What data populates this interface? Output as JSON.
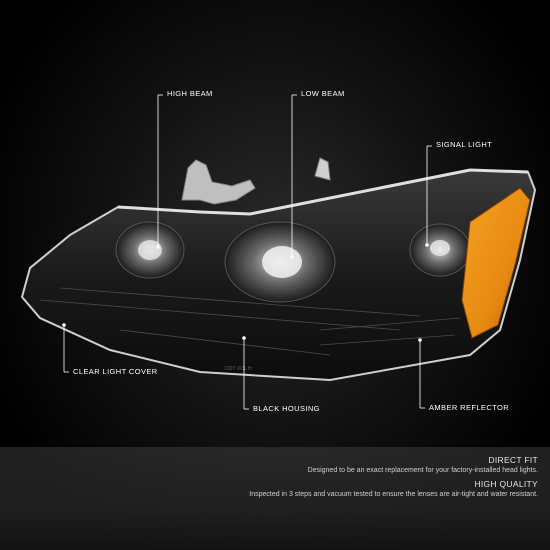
{
  "callouts": {
    "high_beam": "HIGH  BEAM",
    "low_beam": "LOW BEAM",
    "signal_light": "SIGNAL LIGHT",
    "clear_light_cover": "CLEAR LIGHT COVER",
    "black_housing": "BLACK HOUSING",
    "amber_reflector": "AMBER REFLECTOR"
  },
  "lens_marking": "DOT VOL H",
  "features": [
    {
      "title": "DIRECT FIT",
      "description": "Designed to be an exact replacement for your factory-installed head lights."
    },
    {
      "title": "HIGH QUALITY",
      "description": "Inspected in 3 steps and vacuum tested to ensure the lenses are air-tight and water resistant."
    }
  ],
  "colors": {
    "background": "#000000",
    "amber": "#e88a12",
    "housing": "#141414",
    "chrome": "#c8c8c8",
    "text": "#ffffff"
  }
}
